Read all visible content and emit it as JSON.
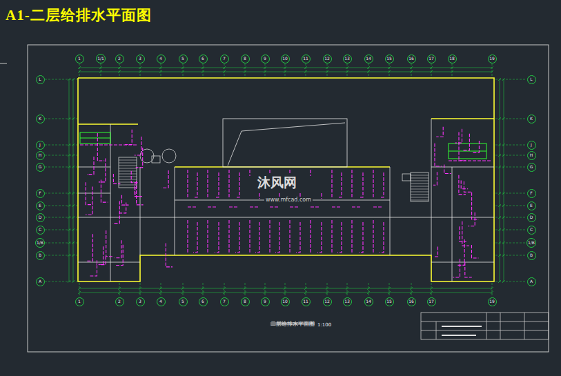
{
  "diagram": {
    "title": "A1-二层给排水平面图",
    "caption": "二层给排水平面图",
    "nodes": [
      {
        "text": [
          "1"
        ]
      },
      {
        "text": [
          "1/1"
        ]
      },
      {
        "text": [
          "2"
        ]
      },
      {
        "text": [
          "3"
        ]
      },
      {
        "text": [
          "4"
        ]
      },
      {
        "text": [
          "5"
        ]
      },
      {
        "text": [
          "6"
        ]
      },
      {
        "text": [
          "7"
        ]
      },
      {
        "text": [
          "8"
        ]
      },
      {
        "text": [
          "9"
        ]
      },
      {
        "text": [
          "10"
        ]
      },
      {
        "text": [
          "11"
        ]
      },
      {
        "text": [
          "12"
        ]
      },
      {
        "text": [
          "13"
        ]
      },
      {
        "text": [
          "14"
        ]
      },
      {
        "text": [
          "15"
        ]
      },
      {
        "text": [
          "16"
        ]
      },
      {
        "text": [
          "17"
        ]
      },
      {
        "text": [
          "18"
        ]
      },
      {
        "text": [
          "19"
        ]
      },
      {
        "text": [
          "L"
        ]
      },
      {
        "text": [
          "K"
        ]
      },
      {
        "text": [
          "J"
        ]
      },
      {
        "text": [
          "H"
        ]
      },
      {
        "text": [
          "G"
        ]
      },
      {
        "text": [
          "F"
        ]
      },
      {
        "text": [
          "E"
        ]
      },
      {
        "text": [
          "D"
        ]
      },
      {
        "text": [
          "C"
        ]
      },
      {
        "text": [
          "1/B"
        ]
      },
      {
        "text": [
          "B"
        ]
      },
      {
        "text": [
          "A"
        ]
      },
      {
        "text": [
          "L"
        ]
      },
      {
        "text": [
          "K"
        ]
      },
      {
        "text": [
          "J"
        ]
      },
      {
        "text": [
          "H"
        ]
      },
      {
        "text": [
          "G"
        ]
      },
      {
        "text": [
          "F"
        ]
      },
      {
        "text": [
          "E"
        ]
      },
      {
        "text": [
          "D"
        ]
      },
      {
        "text": [
          "C"
        ]
      },
      {
        "text": [
          "1/B"
        ]
      },
      {
        "text": [
          "B"
        ]
      },
      {
        "text": [
          "A"
        ]
      },
      {
        "text": [
          "1"
        ]
      },
      {
        "text": [
          "2"
        ]
      },
      {
        "text": [
          "3"
        ]
      },
      {
        "text": [
          "4"
        ]
      },
      {
        "text": [
          "5"
        ]
      },
      {
        "text": [
          "6"
        ]
      },
      {
        "text": [
          "7"
        ]
      },
      {
        "text": [
          "8"
        ]
      },
      {
        "text": [
          "9"
        ]
      },
      {
        "text": [
          "10"
        ]
      },
      {
        "text": [
          "11"
        ]
      },
      {
        "text": [
          "12"
        ]
      },
      {
        "text": [
          "13"
        ]
      },
      {
        "text": [
          "14"
        ]
      },
      {
        "text": [
          "15"
        ]
      },
      {
        "text": [
          "16"
        ]
      },
      {
        "text": [
          "17"
        ]
      },
      {
        "text": [
          "19"
        ]
      }
    ],
    "labels": [
      "1:100",
      "沐风网",
      "www.mfcad.com"
    ]
  }
}
